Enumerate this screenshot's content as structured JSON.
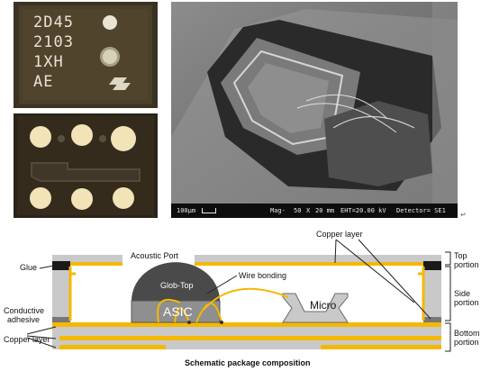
{
  "photos": {
    "chip_marking": [
      "2D45",
      "2103",
      "1XH",
      "AE"
    ],
    "st_logo": "ST"
  },
  "sem": {
    "scale": "100µm",
    "mag": "Mag-",
    "mag_value": "50",
    "x": "X",
    "wd": "20 mm",
    "eht": "EHT=20.00 kV",
    "detector": "Detector= SE1"
  },
  "diagram": {
    "copper_layer_top": "Copper layer",
    "acoustic_port": "Acoustic Port",
    "glue": "Glue",
    "wire_bonding": "Wire bonding",
    "glob_top": "Glob-Top",
    "asic": "ASIC",
    "micro": "Micro",
    "conductive": "Conductive",
    "adhesive": "adhesive",
    "copper_layer_left": "Copper layer",
    "caption": "Schematic package composition",
    "side_labels": [
      [
        "Top",
        "portion"
      ],
      [
        "Side",
        "portion"
      ],
      [
        "Bottom",
        "portion"
      ]
    ]
  },
  "colors": {
    "copper": "#f5b800",
    "package_grey": "#c9c9c9",
    "glob_top": "#4a4a4a",
    "asic": "#8f8f8f",
    "glue": "#1a1a1a"
  }
}
